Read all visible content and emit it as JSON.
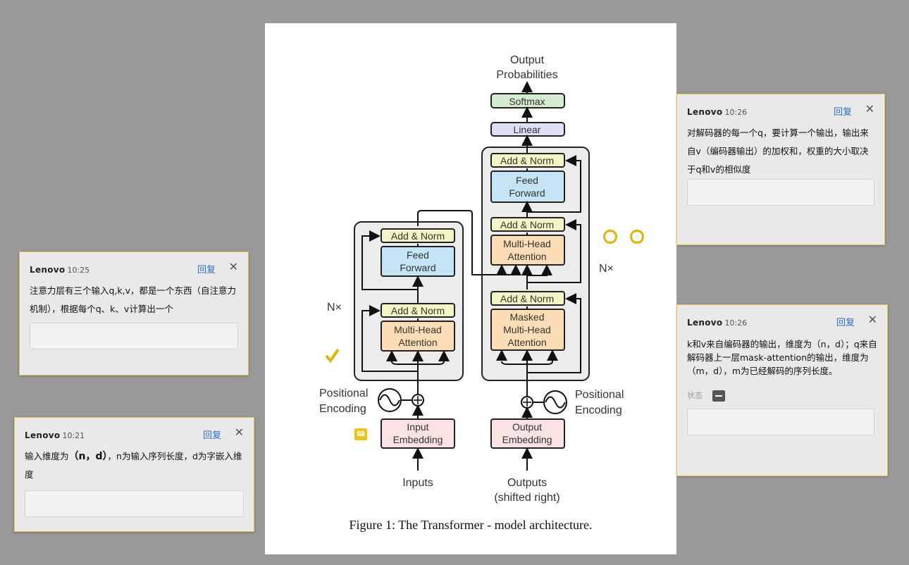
{
  "diagram": {
    "output_probabilities": [
      "Output",
      "Probabilities"
    ],
    "softmax": "Softmax",
    "linear": "Linear",
    "add_norm": "Add & Norm",
    "feed_forward": [
      "Feed",
      "Forward"
    ],
    "multi_head_attention": [
      "Multi-Head",
      "Attention"
    ],
    "masked_attention": [
      "Masked",
      "Multi-Head",
      "Attention"
    ],
    "input_embedding": [
      "Input",
      "Embedding"
    ],
    "output_embedding": [
      "Output",
      "Embedding"
    ],
    "positional_encoding": [
      "Positional",
      "Encoding"
    ],
    "nx": "N×",
    "inputs": "Inputs",
    "outputs": [
      "Outputs",
      "(shifted right)"
    ],
    "colors": {
      "add_norm": "#f3f5c4",
      "feed_forward": "#c4e5f6",
      "attention": "#fcddb6",
      "embedding": "#fbe2e3",
      "softmax": "#d4ecd0",
      "linear": "#dfe0f5",
      "stack": "#ececec"
    }
  },
  "caption": "Figure 1: The Transformer - model architecture.",
  "comments": [
    {
      "author": "Lenovo",
      "time": "10:25",
      "reply": "回复",
      "text": "注意力层有三个输入q,k,v，都是一个东西（自注意力机制），根据每个q、k、v计算出一个"
    },
    {
      "author": "Lenovo",
      "time": "10:21",
      "reply": "回复",
      "text_parts": [
        "输入维度为",
        "（n，d）",
        "，n为输入序列长度，d为字嵌入维度"
      ]
    },
    {
      "author": "Lenovo",
      "time": "10:26",
      "reply": "回复",
      "text": "对解码器的每一个q，要计算一个输出，输出来自v（编码器输出）的加权和，权重的大小取决于q和v的相似度"
    },
    {
      "author": "Lenovo",
      "time": "10:26",
      "reply": "回复",
      "text": "k和v来自编码器的输出，维度为（n，d）；q来自解码器上一层mask-attention的输出，维度为（m，d），m为已经解码的序列长度。",
      "status": "状态"
    }
  ],
  "icons": {
    "checkmark": "checkmark-icon",
    "comment": "comment-icon",
    "close": "close-icon",
    "circle": "circle-icon",
    "status": "minus-icon"
  }
}
